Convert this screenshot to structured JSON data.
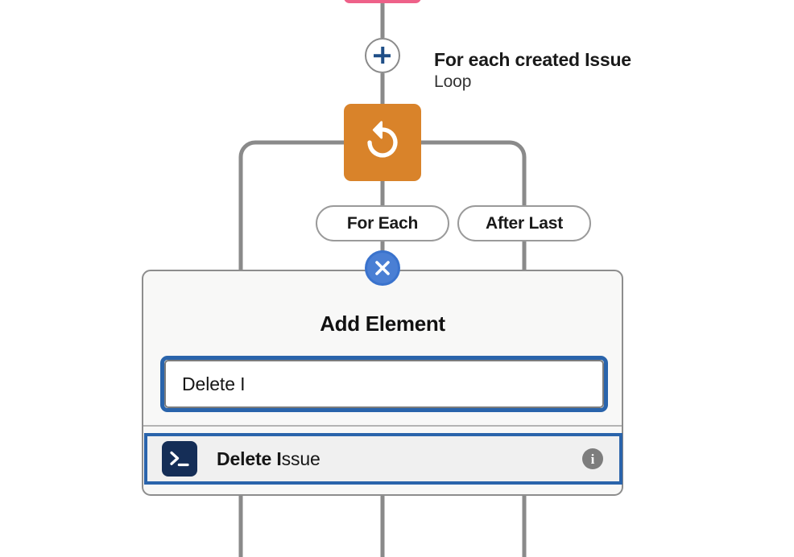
{
  "canvas": {
    "background": "#ffffff",
    "connector_color": "#8a8a8a"
  },
  "flow": {
    "previous_node": {
      "name": "previous-step-node",
      "color": "#ee6189"
    },
    "add_button": {
      "icon": "plus-icon",
      "circle_color": "#8a8a8a",
      "plus_color": "#1f4e87"
    },
    "step": {
      "title": "For each created Issue",
      "subtitle": "Loop"
    },
    "loop_node": {
      "icon": "loop-refresh-icon",
      "color": "#d9832a",
      "glyph_color": "#ffffff"
    },
    "branches": [
      {
        "label": "For Each"
      },
      {
        "label": "After Last"
      }
    ]
  },
  "modal": {
    "title": "Add Element",
    "background": "#f8f8f7",
    "border_color": "#8d8d8d",
    "close_button": {
      "icon": "close-x-icon",
      "color": "#3a73cd",
      "glyph_color": "#ffffff"
    },
    "search": {
      "value": "Delete I",
      "placeholder": "",
      "focus_ring_color": "#2a64ab"
    },
    "results": [
      {
        "icon": "terminal-script-icon",
        "icon_color": "#152e57",
        "label_match": "Delete I",
        "label_rest": "ssue",
        "info_icon": "info-circle-icon",
        "info_icon_color": "#7d7d7d",
        "selected": true,
        "selection_color": "#2a64ab"
      }
    ]
  }
}
